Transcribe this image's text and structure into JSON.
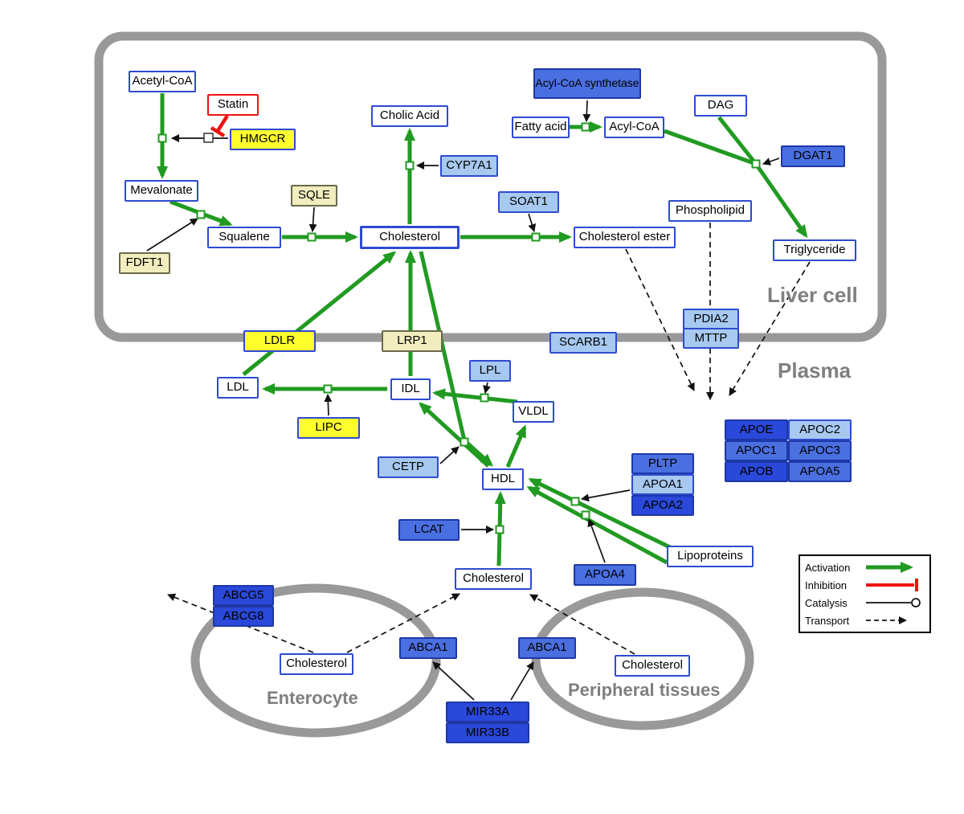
{
  "compartments": {
    "liver": "Liver cell",
    "plasma": "Plasma",
    "enterocyte": "Enterocyte",
    "peripheral": "Peripheral tissues"
  },
  "nodes": {
    "acetyl_coa": "Acetyl-CoA",
    "statin": "Statin",
    "hmgcr": "HMGCR",
    "mevalonate": "Mevalonate",
    "sqle": "SQLE",
    "fdft1": "FDFT1",
    "squalene": "Squalene",
    "cholic_acid": "Cholic Acid",
    "cyp7a1": "CYP7A1",
    "cholesterol_liver": "Cholesterol",
    "soat1": "SOAT1",
    "cholesterol_ester": "Cholesterol ester",
    "acyl_coa_synthetase": "Acyl-CoA synthetase",
    "fatty_acid": "Fatty acid",
    "acyl_coa": "Acyl-CoA",
    "dag": "DAG",
    "dgat1": "DGAT1",
    "phospholipid": "Phospholipid",
    "triglyceride": "Triglyceride",
    "pdia2": "PDIA2",
    "mttp": "MTTP",
    "ldlr": "LDLR",
    "lrp1": "LRP1",
    "scarb1": "SCARB1",
    "ldl": "LDL",
    "idl": "IDL",
    "lpl": "LPL",
    "vldl": "VLDL",
    "lipc": "LIPC",
    "cetp": "CETP",
    "hdl": "HDL",
    "pltp": "PLTP",
    "apoa1": "APOA1",
    "apoa2": "APOA2",
    "apoe": "APOE",
    "apoc2": "APOC2",
    "apoc1": "APOC1",
    "apoc3": "APOC3",
    "apob": "APOB",
    "apoa5": "APOA5",
    "lcat": "LCAT",
    "apoa4": "APOA4",
    "lipoproteins": "Lipoproteins",
    "cholesterol_plasma": "Cholesterol",
    "abcg5": "ABCG5",
    "abcg8": "ABCG8",
    "cholesterol_enterocyte": "Cholesterol",
    "abca1_enterocyte": "ABCA1",
    "abca1_peripheral": "ABCA1",
    "cholesterol_peripheral": "Cholesterol",
    "mir33a": "MIR33A",
    "mir33b": "MIR33B"
  },
  "legend": {
    "activation": "Activation",
    "inhibition": "Inhibition",
    "catalysis": "Catalysis",
    "transport": "Transport"
  },
  "colors": {
    "activation_green": "#219a21",
    "inhibition_red": "#ee1111",
    "membrane_gray": "#999999",
    "metabolite_border_blue": "#2e4bd0",
    "gene_yellow": "#ffff2e",
    "gene_pale_yellow": "#f1edbe",
    "gene_light_blue": "#a7c9f0",
    "gene_mid_blue": "#4a6fe0",
    "gene_dark_blue": "#2a48d9"
  }
}
